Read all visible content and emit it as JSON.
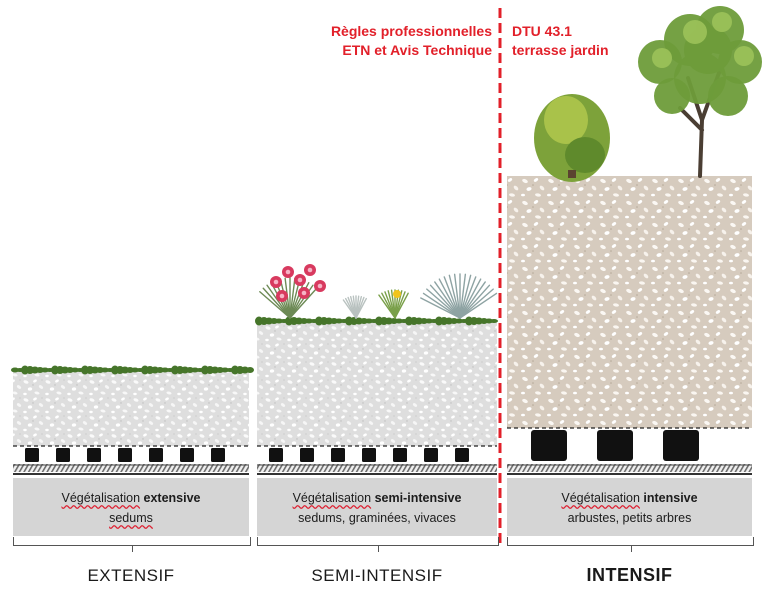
{
  "notes": {
    "left_line1": "Règles professionnelles",
    "left_line2": "ETN et Avis Technique",
    "right_line1": "DTU 43.1",
    "right_line2": "terrasse jardin"
  },
  "columns": [
    {
      "label": "EXTENSIF",
      "base_title_word": "Végétalisation",
      "base_title_rest": " extensive",
      "base_subtitle": "sedums"
    },
    {
      "label": "SEMI-INTENSIF",
      "base_title_word": "Végétalisation",
      "base_title_rest": " semi-intensive",
      "base_subtitle": "sedums, graminées, vivaces"
    },
    {
      "label": "INTENSIF",
      "base_title_word": "Végétalisation",
      "base_title_rest": " intensive",
      "base_subtitle": "arbustes, petits arbres"
    }
  ],
  "colors": {
    "accent_red": "#e2202a",
    "substrate_light": "#dcdcdc",
    "substrate_beige": "#d7ccc0",
    "base_grey": "#d5d5d5",
    "drainage_black": "#111111"
  }
}
